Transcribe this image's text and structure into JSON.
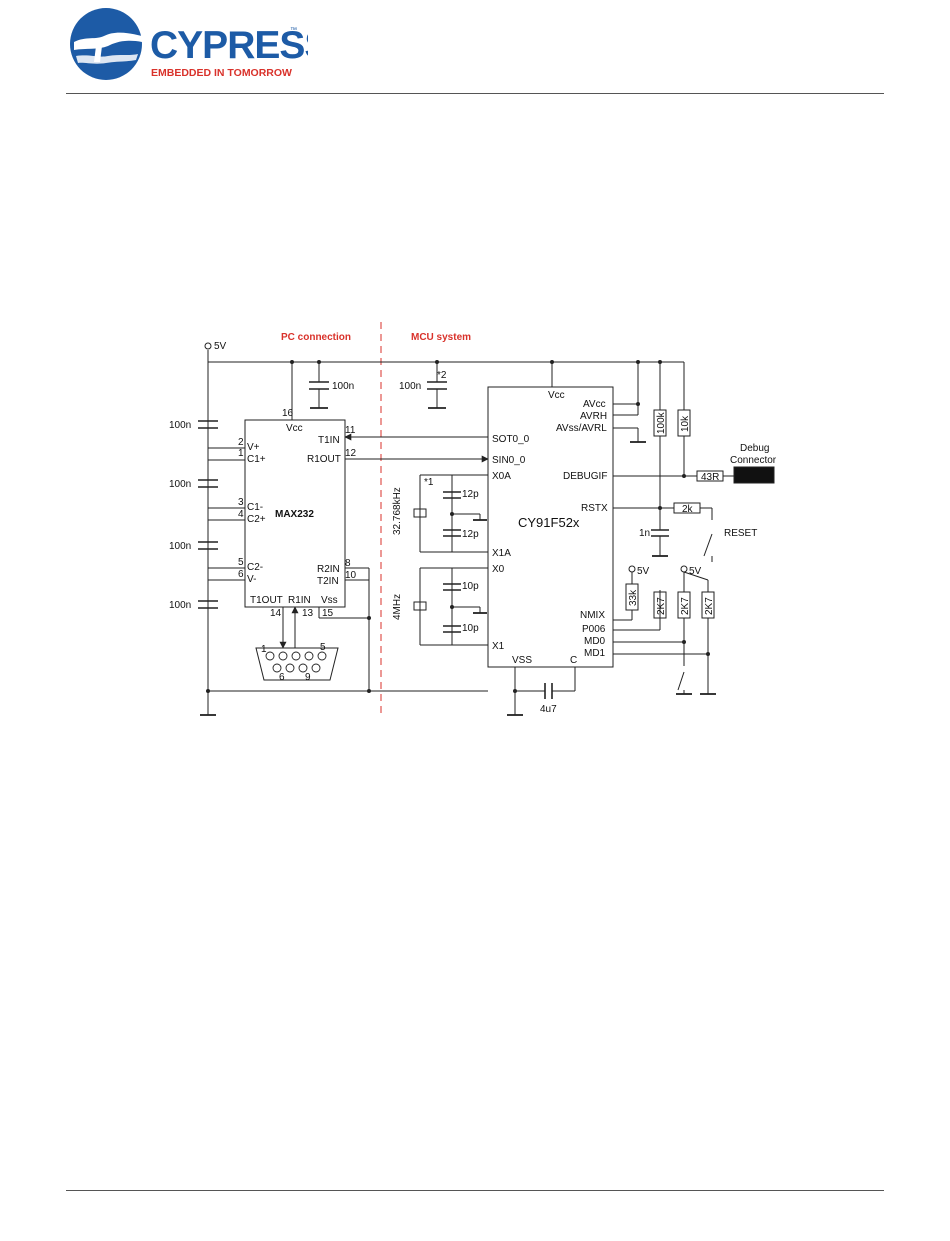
{
  "header": {
    "brand": "CYPRESS",
    "tagline": "EMBEDDED IN TOMORROW",
    "trademark": "™"
  },
  "sections": {
    "pc": "PC connection",
    "mcu": "MCU system"
  },
  "supply": {
    "v5": "5V"
  },
  "max232": {
    "name": "MAX232",
    "pins": {
      "vcc": "Vcc",
      "vplus": "V+",
      "c1p": "C1+",
      "c1m": "C1-",
      "c2p": "C2+",
      "c2m": "C2-",
      "vminus": "V-",
      "t1in": "T1IN",
      "r1out": "R1OUT",
      "r2in": "R2IN",
      "t2in": "T2IN",
      "t1out": "T1OUT",
      "r1in": "R1IN",
      "vss": "Vss"
    },
    "pin_numbers": {
      "p16": "16",
      "p2": "2",
      "p1": "1",
      "p3": "3",
      "p4": "4",
      "p5": "5",
      "p6": "6",
      "p11": "11",
      "p12": "12",
      "p8": "8",
      "p10": "10",
      "p14": "14",
      "p13": "13",
      "p15": "15"
    }
  },
  "dsub": {
    "pin1": "1",
    "pin5": "5",
    "pin6": "6",
    "pin9": "9"
  },
  "mcu": {
    "name": "CY91F52x",
    "pins": {
      "vcc": "Vcc",
      "avcc": "AVcc",
      "avrh": "AVRH",
      "avss": "AVss/AVRL",
      "sot": "SOT0_0",
      "sin": "SIN0_0",
      "x0a": "X0A",
      "x1a": "X1A",
      "x0": "X0",
      "x1": "X1",
      "debugif": "DEBUGIF",
      "rstx": "RSTX",
      "nmix": "NMIX",
      "p006": "P006",
      "md0": "MD0",
      "md1": "MD1",
      "vss": "VSS",
      "c": "C"
    }
  },
  "components": {
    "c100n": "100n",
    "c12p": "12p",
    "c10p": "10p",
    "c1n": "1n",
    "c4u7": "4u7",
    "r100k": "100k",
    "r10k": "10k",
    "r43": "43R",
    "r2k": "2k",
    "r33k": "33k",
    "r2k7": "2K7",
    "xtal_sub": "32.768kHz",
    "xtal_main": "4MHz",
    "note1": "*1",
    "note2": "*2"
  },
  "labels": {
    "debug_line1": "Debug",
    "debug_line2": "Connector",
    "reset": "RESET"
  },
  "colors": {
    "brand_blue": "#1d5ba6",
    "section_red": "#d9322b",
    "wire": "#222222"
  }
}
